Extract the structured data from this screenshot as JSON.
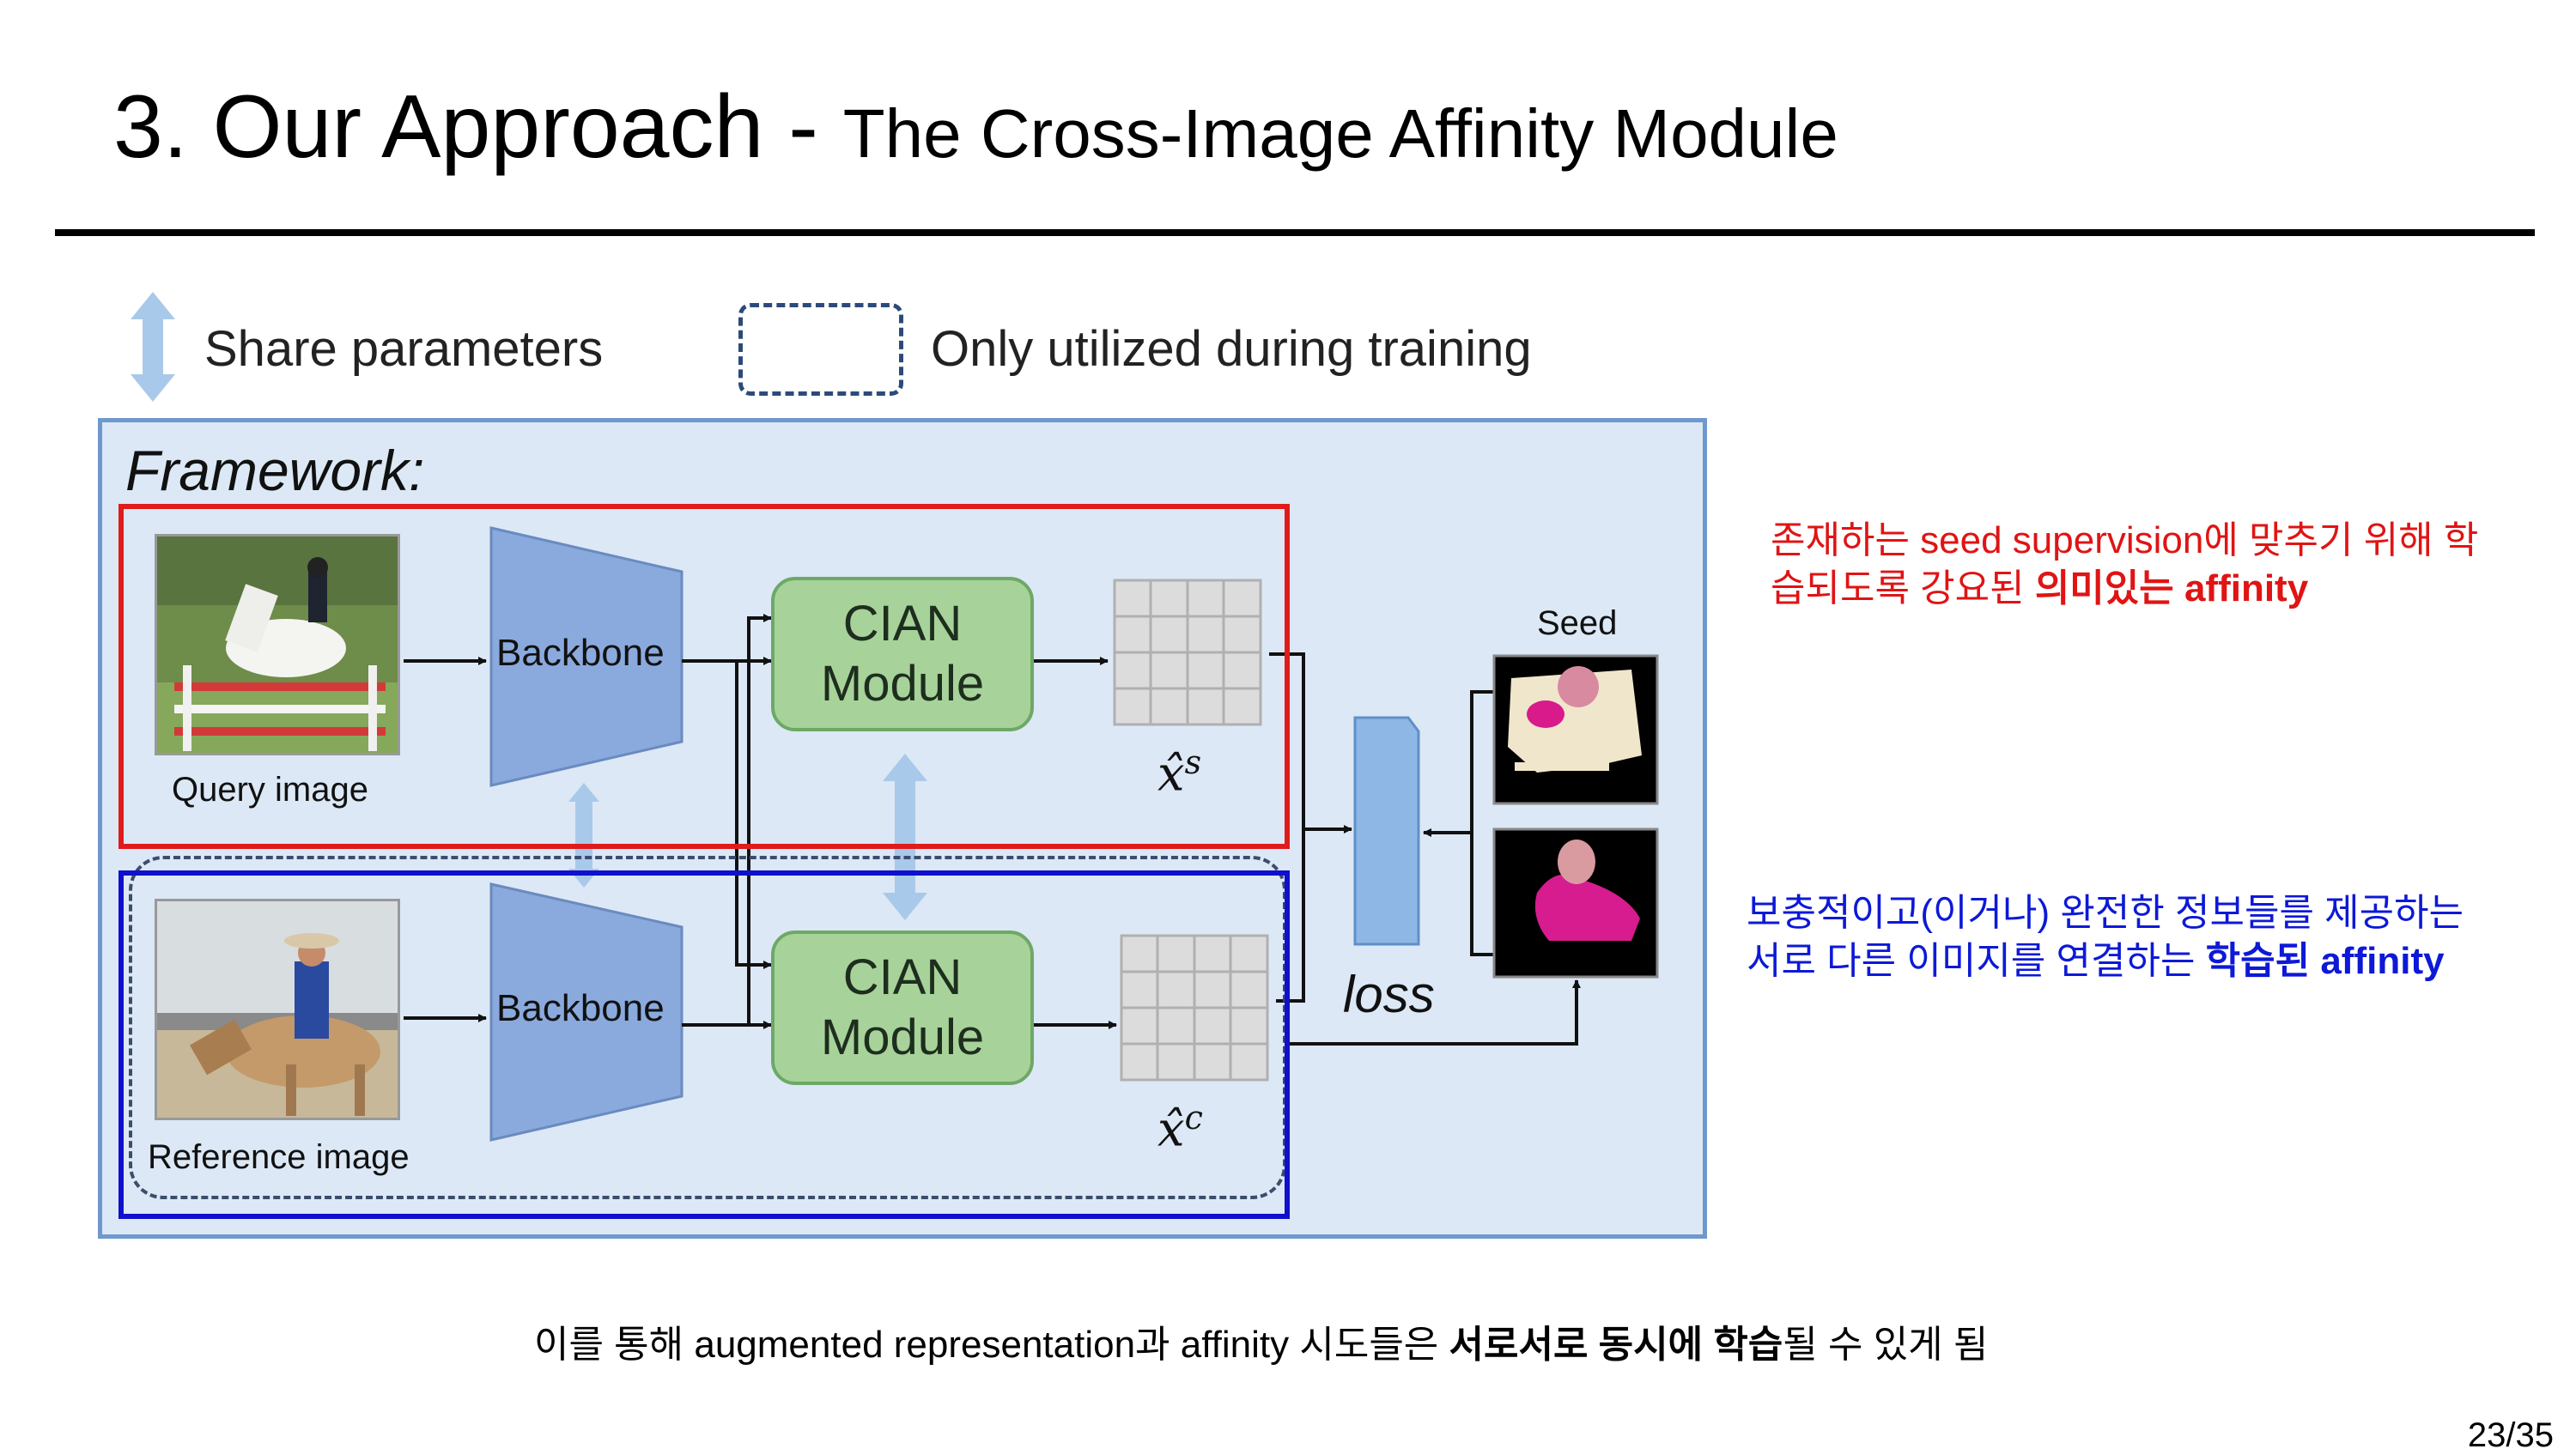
{
  "title": {
    "main": "3. Our Approach - ",
    "sub": "The Cross-Image Affinity Module"
  },
  "legend": {
    "share_parameters": "Share parameters",
    "only_training": "Only utilized during training"
  },
  "diagram": {
    "framework_label": "Framework:",
    "query_image_label": "Query image",
    "reference_image_label": "Reference image",
    "backbone_label": "Backbone",
    "cian_line1": "CIAN",
    "cian_line2": "Module",
    "xhat_symbol": "x̂",
    "xhat_s_sup": "s",
    "xhat_c_sup": "c",
    "loss_label": "loss",
    "seed_label": "Seed"
  },
  "notes": {
    "red_line1": "존재하는 seed supervision에 맞추기 위해 학",
    "red_line2_normal": "습되도록 강요된 ",
    "red_line2_bold": "의미있는 affinity",
    "blue_line1": "보충적이고(이거나) 완전한 정보들를 제공하는",
    "blue_line2_normal": "서로 다른 이미지를 연결하는 ",
    "blue_line2_bold": "학습된 affinity"
  },
  "bottom": {
    "pre": "이를 통해 augmented representation과 affinity 시도들은 ",
    "bold": "서로서로 동시에 학습",
    "post": "될 수 있게 됨"
  },
  "page": "23/35",
  "colors": {
    "red": "#e01414",
    "blue": "#0d19d6",
    "frame_bg": "#dce8f5",
    "backbone": "#8aaade",
    "cian": "#a7d39a"
  }
}
